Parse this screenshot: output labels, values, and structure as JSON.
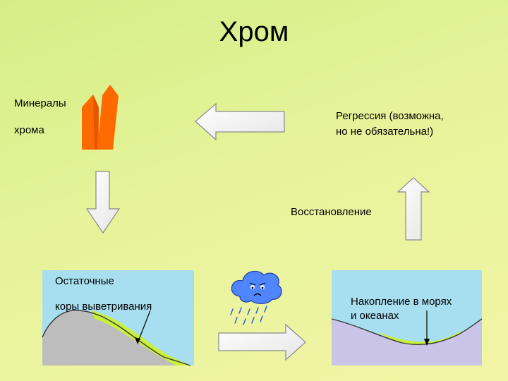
{
  "title": "Хром",
  "nodes": {
    "minerals": {
      "line1": "Минералы",
      "line2": "хрома"
    },
    "regression": {
      "line1": "Регрессия (возможна,",
      "line2": "но не обязательна!)"
    },
    "reduction": "Восстановление",
    "residual": {
      "line1": "Остаточные",
      "line2": "коры выветривания"
    },
    "accumulation": {
      "line1": "Накопление в морях",
      "line2": "и океанах"
    }
  },
  "colors": {
    "background": "#e2f294",
    "crystal": "#ff6a00",
    "panel_sky": "#a8dff0",
    "hill": "#bdbdbd",
    "weathering_crust": "#c8f03c",
    "seabed": "#c9c4e8",
    "cloud": "#4f86ff",
    "arrow_fill": "#ffffff"
  },
  "icons": [
    "left-arrow-icon",
    "down-arrow-icon",
    "up-arrow-icon",
    "right-arrow-icon",
    "rain-cloud-icon",
    "crystal-icon"
  ]
}
